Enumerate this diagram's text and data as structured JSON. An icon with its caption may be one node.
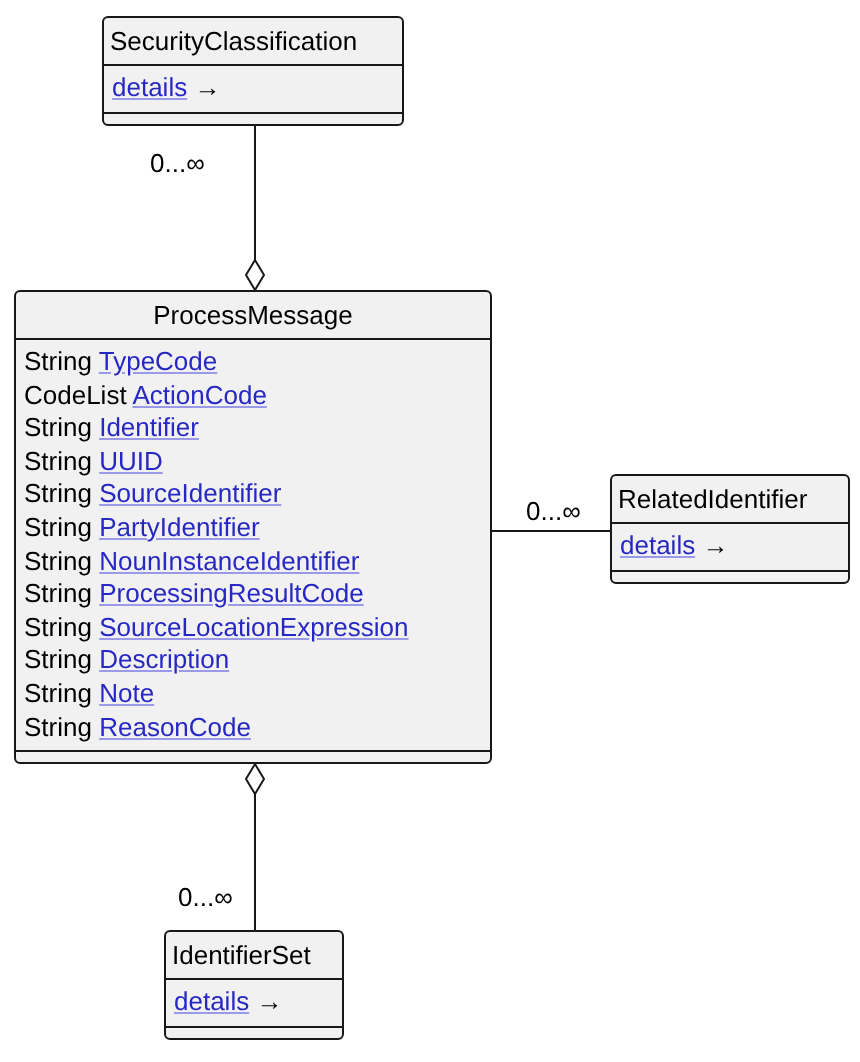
{
  "diagram": {
    "nodes": [
      {
        "text": [
          "SecurityClassification",
          "details →"
        ]
      },
      {
        "text": [
          "ProcessMessage",
          "String TypeCode",
          "CodeList ActionCode",
          "String Identifier",
          "String UUID",
          "String SourceIdentifier",
          "String PartyIdentifier",
          "String NounInstanceIdentifier",
          "String ProcessingResultCode",
          "String SourceLocationExpression",
          "String Description",
          "String Note",
          "String ReasonCode"
        ]
      },
      {
        "text": [
          "RelatedIdentifier",
          "details →"
        ]
      },
      {
        "text": [
          "IdentifierSet",
          "details →"
        ]
      }
    ],
    "edges": [
      {
        "from": 0,
        "to": 1,
        "arrow": "other",
        "label": "0...∞"
      },
      {
        "from": 1,
        "to": 2,
        "arrow": "none",
        "label": "0...∞"
      },
      {
        "from": 3,
        "to": 1,
        "arrow": "other",
        "label": "0...∞"
      }
    ]
  }
}
